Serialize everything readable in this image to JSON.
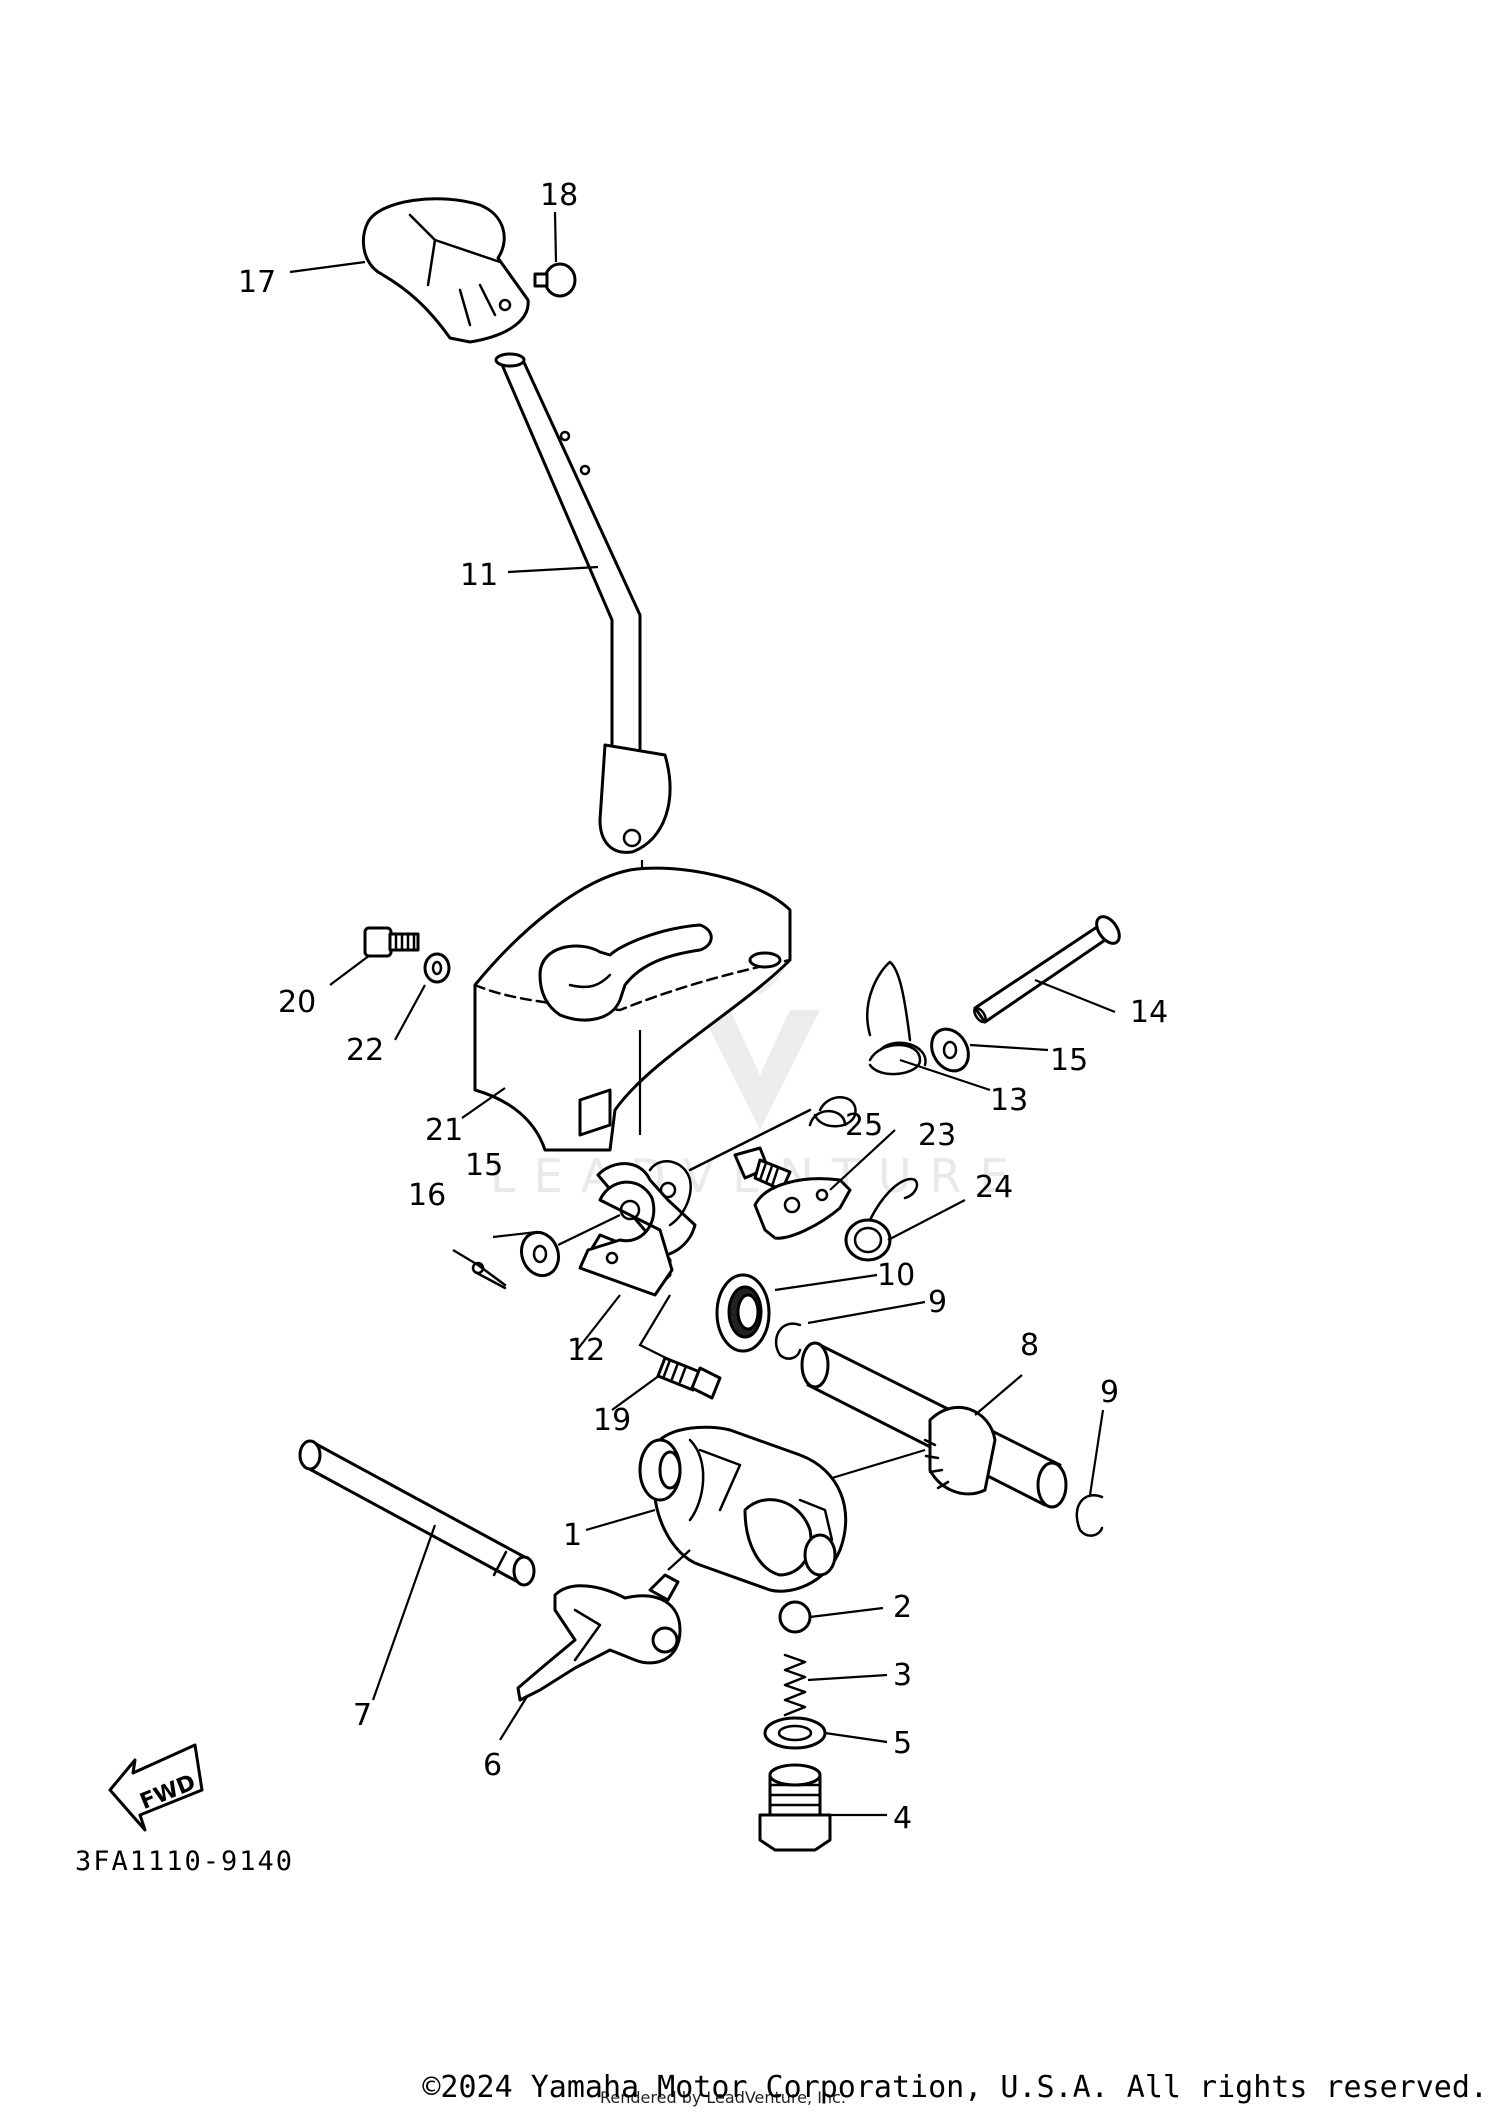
{
  "diagram": {
    "drawing_code": "3FA1110-9140",
    "fwd_label": "FWD",
    "watermark": "LEADVENTURE",
    "callouts": {
      "p1": "1",
      "p2": "2",
      "p3": "3",
      "p4": "4",
      "p5": "5",
      "p6": "6",
      "p7": "7",
      "p8": "8",
      "p9a": "9",
      "p9b": "9",
      "p10": "10",
      "p11": "11",
      "p12": "12",
      "p13": "13",
      "p14": "14",
      "p15a": "15",
      "p15b": "15",
      "p16": "16",
      "p17": "17",
      "p18": "18",
      "p19": "19",
      "p20": "20",
      "p21": "21",
      "p22": "22",
      "p23": "23",
      "p24": "24",
      "p25": "25"
    }
  },
  "footer": {
    "copyright": "©2024 Yamaha Motor Corporation, U.S.A. All rights reserved.",
    "rendered_by": "Rendered by LeadVenture, Inc."
  }
}
